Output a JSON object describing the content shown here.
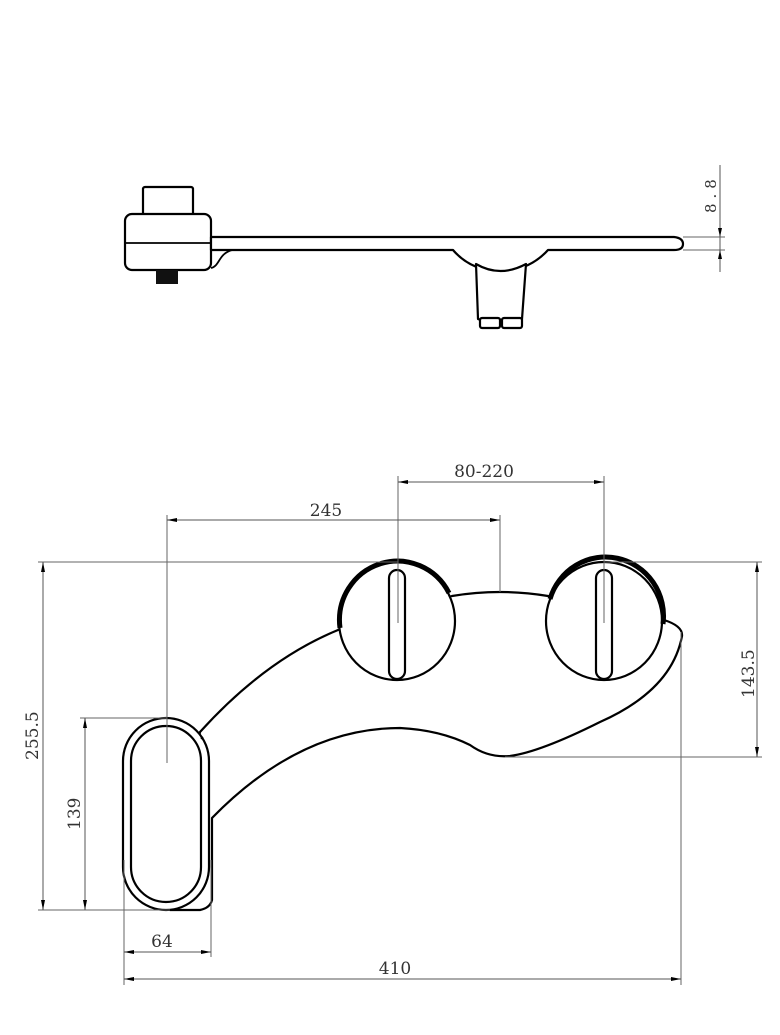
{
  "drawing": {
    "subject": "bidet attachment technical drawing",
    "side_view": {
      "dimensions": {
        "thickness": "8.8"
      }
    },
    "top_view": {
      "dimensions": {
        "knob_spacing": "80-220",
        "hole_to_mount": "245",
        "overall_depth": "255.5",
        "knob_depth": "143.5",
        "slot_length": "139",
        "slot_width": "64",
        "overall_width": "410"
      }
    },
    "colors": {
      "line": "#000000",
      "dimension_line": "#555555",
      "label": "#333333",
      "background": "#ffffff"
    }
  }
}
